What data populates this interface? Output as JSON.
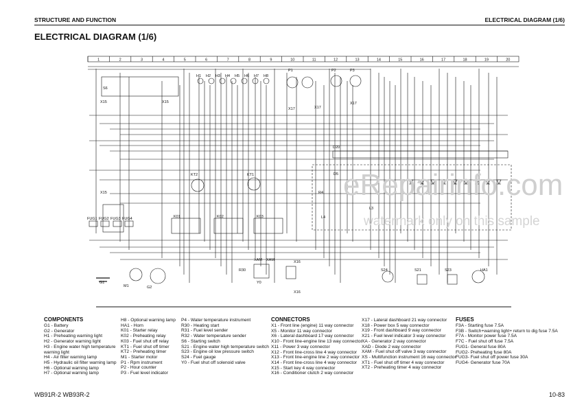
{
  "header": {
    "left": "STRUCTURE AND FUNCTION",
    "right": "ELECTRICAL DIAGRAM (1/6)"
  },
  "page_title": "ELECTRICAL DIAGRAM (1/6)",
  "grid_columns": [
    "1",
    "2",
    "3",
    "4",
    "5",
    "6",
    "7",
    "8",
    "9",
    "10",
    "11",
    "12",
    "13",
    "14",
    "15",
    "16",
    "17",
    "18",
    "19",
    "20"
  ],
  "diagram_labels": {
    "connectors_top": [
      "X15",
      "X15",
      "X15",
      "X17",
      "X17",
      "X17"
    ],
    "relays": [
      "KT2",
      "KT1",
      "K01",
      "K02",
      "K03"
    ],
    "fuses": [
      "FUG1",
      "FUG2",
      "FUG3",
      "FUG4"
    ],
    "components": [
      "G1",
      "M1",
      "G2",
      "R30",
      "Y0",
      "XAM",
      "XAM",
      "X16",
      "X16",
      "S24",
      "S21",
      "S23",
      "HA1",
      "P1",
      "P2",
      "P3",
      "S6",
      "D20",
      "D5",
      "L3",
      "L4",
      "R4"
    ],
    "lamps": [
      "H1",
      "H2",
      "H3",
      "H4",
      "H5",
      "H6",
      "H7",
      "H8"
    ]
  },
  "legend": {
    "components": {
      "heading": "COMPONENTS",
      "col1": [
        "G1 - Battery",
        "G2 - Generator",
        "H1 - Preheating warning light",
        "H2 - Generator warning light",
        "H3 - Engine water high temperature",
        "        warning light",
        "H4 - Air filter warning lamp",
        "H5 - Hydraulic oil filter warning lamp",
        "H6 - Optional warning lamp",
        "H7 - Optional warning lamp"
      ],
      "col2": [
        "H8 - Optional warning lamp",
        "HA1 - Horn",
        "K01 - Starter relay",
        "K02 - Preheating relay",
        "K03 - Fuel shut off relay",
        "KT1 - Fuel shut off timer",
        "KT2 - Preheating timer",
        "M1 - Starter motor",
        "P1 - Rpm instrument",
        "P2 - Hour counter",
        "P3 - Fuel level indicator"
      ],
      "col3": [
        "P4 - Water temperature instrument",
        "R30 - Heating start",
        "R31 - Fuel level sender",
        "R32 - Water temperature sender",
        "S6 - Starting switch",
        "S21 - Engine water high temperature switch",
        "S23 - Engine oil low pressure switch",
        "S24 - Fuel gauge",
        "Y0 - Fuel shut off solenoid valve"
      ]
    },
    "connectors": {
      "heading": "CONNECTORS",
      "col1": [
        "X1 - Front line (engine) 11 way connector",
        "X5 - Monitor 11 way connector",
        "X6 - Lateral dashboard 17 way connector",
        "X10 - Front line-engine line 13 way connector",
        "X11 - Power 3 way connector",
        "X12 - Front line-cross line 4 way connector",
        "X13 - Front line-engine line 2 way connector",
        "X14 - Front line-cross line 4 way connector",
        "X15 - Start key 4 way connector",
        "X16 - Conditioner clutch 2 way connector"
      ],
      "col2": [
        "X17 - Lateral dashboard 21 way connector",
        "X18 - Power box 5 way connector",
        "X19 - Front dashboard 9 way connector",
        "X21 - Fuel level indicator 3 way connector",
        "XA - Generator 2 way connector",
        "XAD - Diode 2 way connector",
        "XAM - Fuel shut off valve 3 way connector",
        "XS - Multifunction instrument 16 way connector",
        "XT1 - Fuel shut off timer 4 way connector",
        "XT2 - Preheating timer 4 way connector"
      ]
    },
    "fuses": {
      "heading": "FUSES",
      "items": [
        "F3A - Starting fuse 7.5A",
        "F3B - Switch+warning light+ return to dig fuse 7.5A",
        "F7A - Monitor power fuse 7.5A",
        "F7C - Fuel shut off fuse 7.5A",
        "FUG1- General fuse 80A",
        "FUG2- Preheating fuse 80A",
        "FUG3- Fuel shut off power fuse 30A",
        "FUG4- Generator fuse 70A"
      ]
    }
  },
  "footer": {
    "left": "WB91R-2 WB93R-2",
    "right": "10-83"
  },
  "watermark": {
    "main": "eRepairinfo.com",
    "sub": "watermark only on this sample"
  }
}
